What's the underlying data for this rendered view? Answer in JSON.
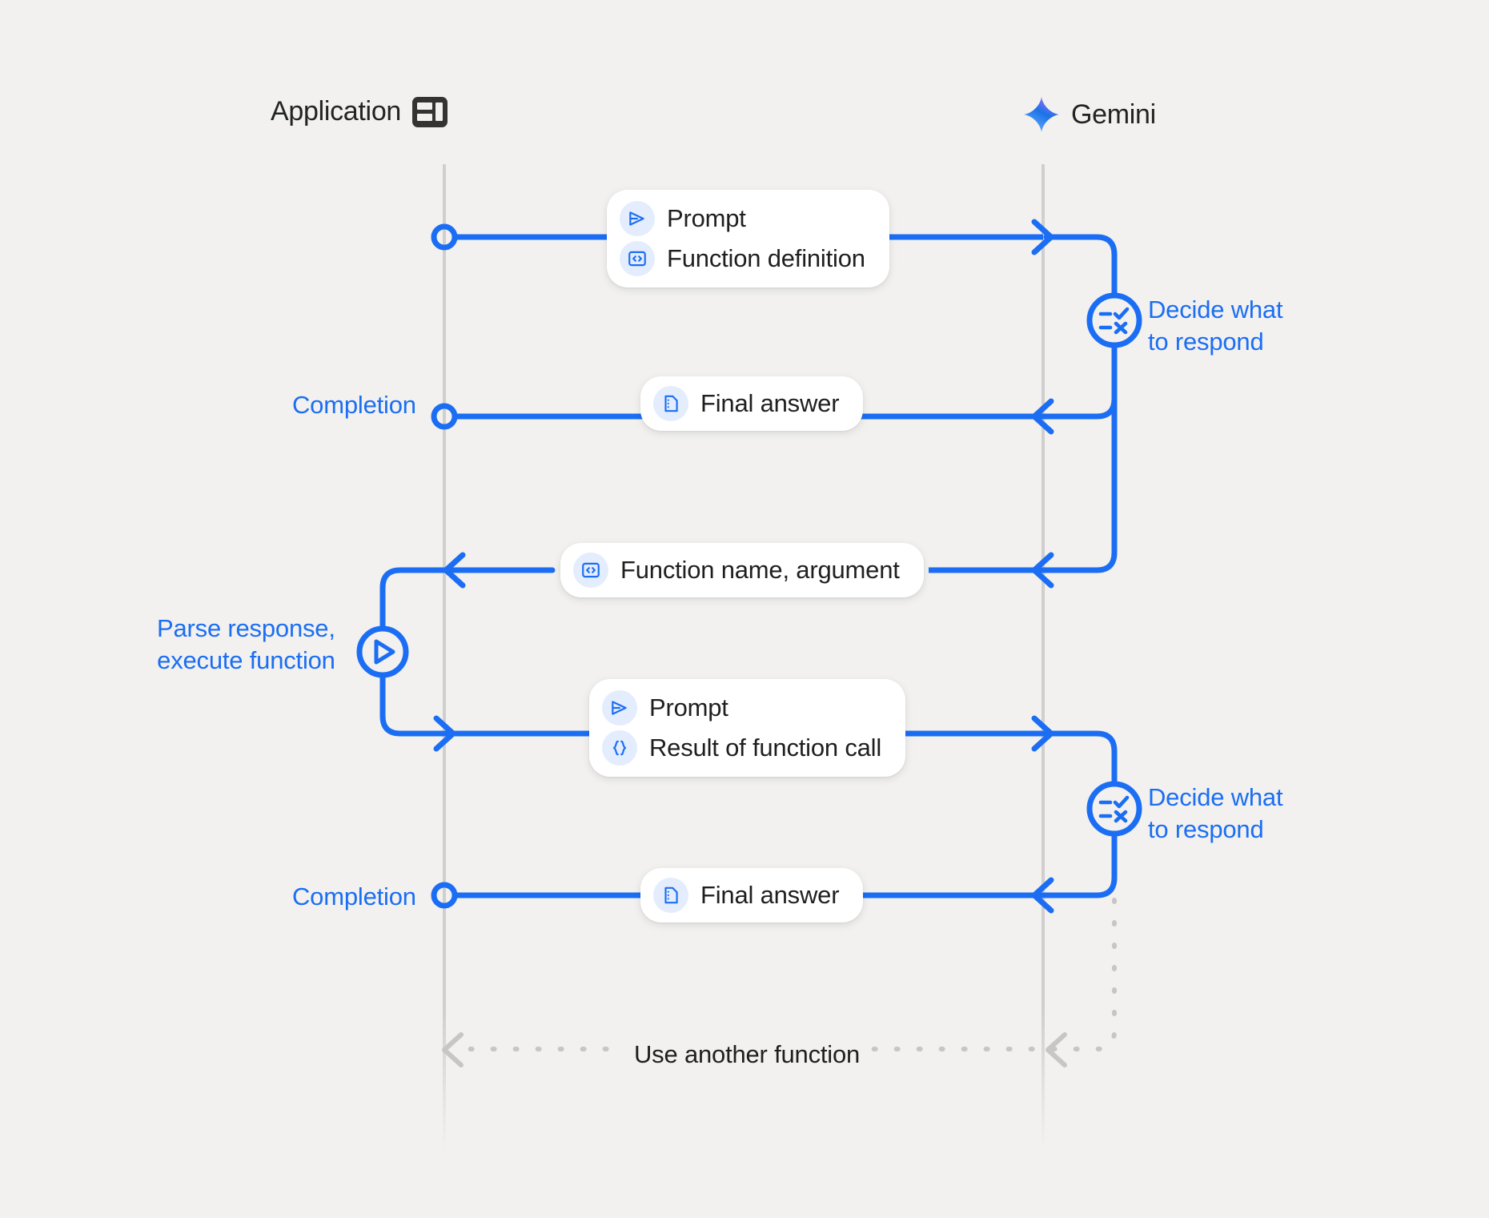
{
  "theme": {
    "background": "#f2f1ef",
    "accent_blue": "#1b6ef3",
    "lifeline_gray": "#cfcfcd",
    "dashed_gray": "#c6c6c4",
    "card_white": "#ffffff",
    "chip_blue": "#e4edfd",
    "text_dark": "#1f1f1f",
    "app_icon_dark": "#333333",
    "gemini_gradient_from": "#8b5cf6",
    "gemini_gradient_to": "#1b72e8"
  },
  "actors": [
    {
      "id": "application",
      "label": "Application",
      "icon": "app-layout-icon"
    },
    {
      "id": "gemini",
      "label": "Gemini",
      "icon": "gemini-sparkle-icon"
    }
  ],
  "messages": [
    {
      "id": "prompt-function-definition",
      "direction": "application-to-gemini",
      "rows": [
        {
          "icon": "send-prompt-icon",
          "label": "Prompt"
        },
        {
          "icon": "code-brackets-icon",
          "label": "Function definition"
        }
      ]
    },
    {
      "id": "final-answer-1",
      "direction": "gemini-to-application",
      "rows": [
        {
          "icon": "document-icon",
          "label": "Final answer"
        }
      ]
    },
    {
      "id": "function-name-argument",
      "direction": "gemini-to-application",
      "rows": [
        {
          "icon": "code-brackets-icon",
          "label": "Function name,  argument"
        }
      ]
    },
    {
      "id": "prompt-result-of-function-call",
      "direction": "application-to-gemini",
      "rows": [
        {
          "icon": "send-prompt-icon",
          "label": "Prompt"
        },
        {
          "icon": "curly-braces-icon",
          "label": "Result of function call"
        }
      ]
    },
    {
      "id": "final-answer-2",
      "direction": "gemini-to-application",
      "rows": [
        {
          "icon": "document-icon",
          "label": "Final answer"
        }
      ]
    }
  ],
  "annotations": {
    "completion_1": "Completion",
    "completion_2": "Completion",
    "parse_execute_line1": "Parse response,",
    "parse_execute_line2": "execute function",
    "decide_1_line1": "Decide what",
    "decide_1_line2": "to respond",
    "decide_2_line1": "Decide what",
    "decide_2_line2": "to respond",
    "loop_label": "Use another function"
  },
  "nodes": [
    {
      "id": "decide-node-1",
      "icon": "checklist-decision-icon",
      "actor": "gemini"
    },
    {
      "id": "decide-node-2",
      "icon": "checklist-decision-icon",
      "actor": "gemini"
    },
    {
      "id": "parse-execute-node",
      "icon": "play-triangle-icon",
      "actor": "application"
    }
  ]
}
